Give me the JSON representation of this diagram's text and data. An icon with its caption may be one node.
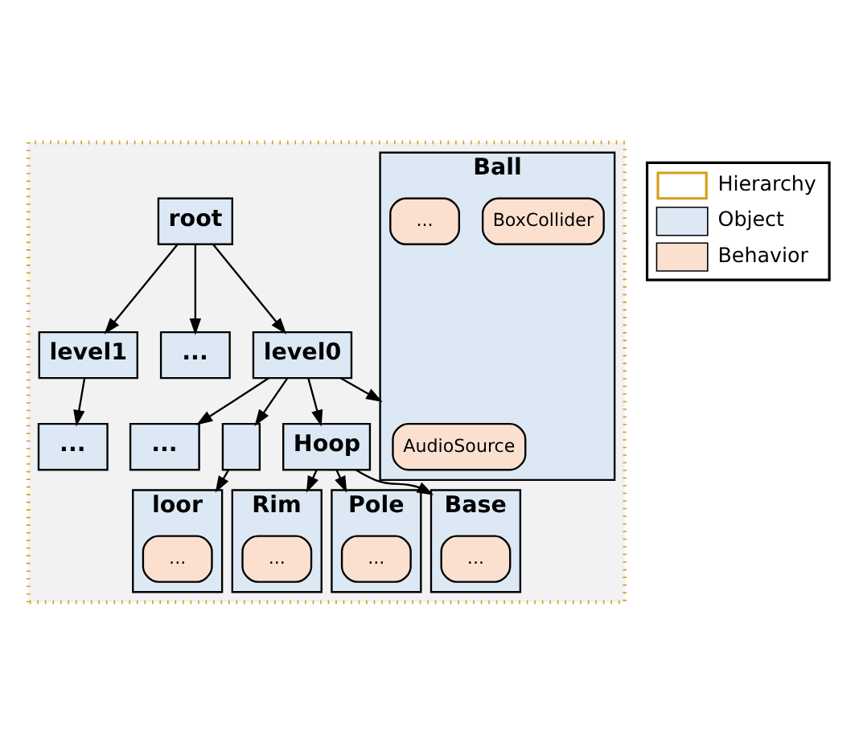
{
  "diagram": {
    "nodes": [
      {
        "text": [],
        "shape": "box"
      },
      {
        "text": [
          "root"
        ],
        "in": 0
      },
      {
        "text": [
          "level0"
        ],
        "in": 0
      },
      {
        "text": [
          "level1"
        ],
        "in": 0
      },
      {
        "text": [
          "..."
        ],
        "in": 0
      },
      {
        "text": [],
        "shape": "box",
        "in": 0
      },
      {
        "text": [
          "Hoop"
        ],
        "in": 0
      },
      {
        "text": [
          "Ball"
        ],
        "in": 0
      },
      {
        "text": [
          "AudioSource"
        ],
        "in": 7
      },
      {
        "text": [
          "BoxCollider"
        ],
        "in": 7
      },
      {
        "text": [
          "..."
        ],
        "in": 7
      },
      {
        "text": [
          "..."
        ],
        "in": 0
      },
      {
        "text": [
          "..."
        ],
        "in": 0
      },
      {
        "text": [
          "loor"
        ],
        "in": 0
      },
      {
        "text": [
          "..."
        ],
        "in": 13
      },
      {
        "text": [
          "Rim"
        ],
        "in": 0
      },
      {
        "text": [
          "..."
        ],
        "in": 15
      },
      {
        "text": [
          "Pole"
        ],
        "in": 0
      },
      {
        "text": [
          "..."
        ],
        "in": 17
      },
      {
        "text": [
          "Base"
        ],
        "in": 0
      },
      {
        "text": [
          "..."
        ],
        "in": 19
      }
    ],
    "edges": [
      {
        "from": 1,
        "to": 2,
        "arrow": "to"
      },
      {
        "from": 1,
        "to": 3,
        "arrow": "to"
      },
      {
        "from": 1,
        "to": 4,
        "arrow": "to"
      },
      {
        "from": 2,
        "to": 5,
        "arrow": "to"
      },
      {
        "from": 2,
        "to": 6,
        "arrow": "to"
      },
      {
        "from": 2,
        "to": 7,
        "arrow": "to"
      },
      {
        "from": 2,
        "to": 11,
        "arrow": "to"
      },
      {
        "from": 3,
        "to": 12,
        "arrow": "to"
      },
      {
        "from": 5,
        "to": 13,
        "arrow": "to"
      },
      {
        "from": 6,
        "to": 15,
        "arrow": "to"
      },
      {
        "from": 6,
        "to": 17,
        "arrow": "to"
      },
      {
        "from": 6,
        "to": 19,
        "arrow": "to"
      }
    ],
    "legend": [
      {
        "text": "Hierarchy"
      },
      {
        "text": "Object",
        "color": "#dce9f5"
      },
      {
        "text": "Behavior",
        "color": "#fbe0d0"
      }
    ]
  }
}
